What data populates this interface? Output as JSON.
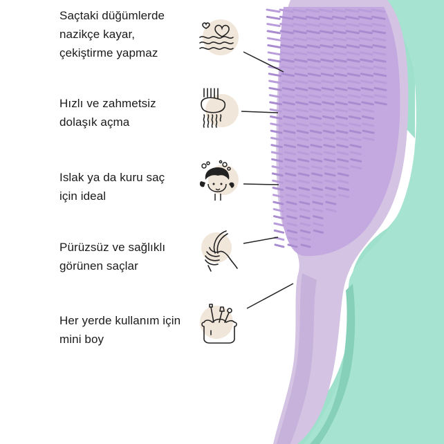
{
  "features": [
    {
      "text": "Saçtaki düğümlerde\nnazikçe kayar,\nçekiştirme yapmaz",
      "icon": "hearts-waves-icon"
    },
    {
      "text": "Hızlı ve zahmetsiz\ndolaşık açma",
      "icon": "hair-strands-icon"
    },
    {
      "text": "Islak ya da kuru saç\niçin ideal",
      "icon": "girl-bubbles-icon"
    },
    {
      "text": "Pürüzsüz ve sağlıklı\ngörünen saçlar",
      "icon": "hand-hair-icon"
    },
    {
      "text": "Her yerde kullanım için\nmini boy",
      "icon": "pouch-icon"
    }
  ],
  "colors": {
    "text": "#1a1a1a",
    "icon_blob": "#f1e6da",
    "brush_body": "#cdbbdf",
    "brush_bristles": "#b395d6",
    "brush_rim": "#9ee0cc",
    "line": "#222222"
  }
}
